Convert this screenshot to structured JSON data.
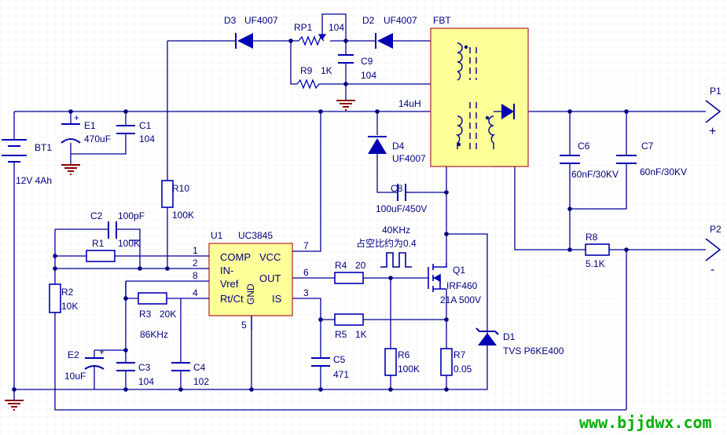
{
  "diagram": {
    "colors": {
      "wire": "#000099",
      "component": "#0000b4",
      "ic_fill": "#ffff99",
      "ic_stroke": "#b22222",
      "ground": "#8b0000",
      "dot": "#000080",
      "grid": "#d0d0d0",
      "watermark": "#00b000"
    },
    "labels": {
      "d3": "D3",
      "d3_part": "UF4007",
      "rp1": "RP1",
      "rp1_val": "104",
      "d2": "D2",
      "d2_part": "UF4007",
      "fbt": "FBT",
      "c9": "C9",
      "c9_val": "104",
      "r9": "R9",
      "r9_val": "1K",
      "fbt_val": "14uH",
      "p1": "P1",
      "p1_sign": "+",
      "p2": "P2",
      "p2_sign": "-",
      "e1": "E1",
      "e1_val": "470uF",
      "c1": "C1",
      "c1_val": "104",
      "bt1": "BT1",
      "bt1_val": "12V 4Ah",
      "d4": "D4",
      "d4_part": "UF4007",
      "c6": "C6",
      "c6_val": "60nF/30KV",
      "c7": "C7",
      "c7_val": "60nF/30KV",
      "r10": "R10",
      "r10_val": "100K",
      "c8": "C8",
      "c8_val": "100uF/450V",
      "c2": "C2",
      "c2_val": "100pF",
      "r1": "R1",
      "r1_val": "100K",
      "u1": "U1",
      "u1_part": "UC3845",
      "freq_label": "40KHz",
      "duty_label": "占空比约为0.4",
      "r8": "R8",
      "r8_val": "5.1K",
      "r2": "R2",
      "r2_val": "10K",
      "r3": "R3",
      "r3_val": "20K",
      "r4": "R4",
      "r4_val": "20",
      "q1": "Q1",
      "q1_part": "IRF460",
      "q1_rating": "21A 500V",
      "r5": "R5",
      "r5_val": "1K",
      "osc_freq": "86KHz",
      "d1": "D1",
      "d1_part": "TVS P6KE400",
      "e2": "E2",
      "e2_val": "10uF",
      "c3": "C3",
      "c3_val": "104",
      "c4": "C4",
      "c4_val": "102",
      "c5": "C5",
      "c5_val": "471",
      "r6": "R6",
      "r6_val": "100K",
      "r7": "R7",
      "r7_val": "0.05"
    },
    "ic": {
      "pin_comp": "COMP",
      "pin_vcc": "VCC",
      "pin_in": "IN-",
      "pin_out": "OUT",
      "pin_vref": "Vref",
      "pin_gnd": "GND",
      "pin_rtct": "Rt/Ct",
      "pin_is": "IS",
      "n1": "1",
      "n2": "2",
      "n8": "8",
      "n4": "4",
      "n7": "7",
      "n6": "6",
      "n3": "3",
      "n5": "5"
    },
    "watermark": "www.bjjdwx.com"
  }
}
